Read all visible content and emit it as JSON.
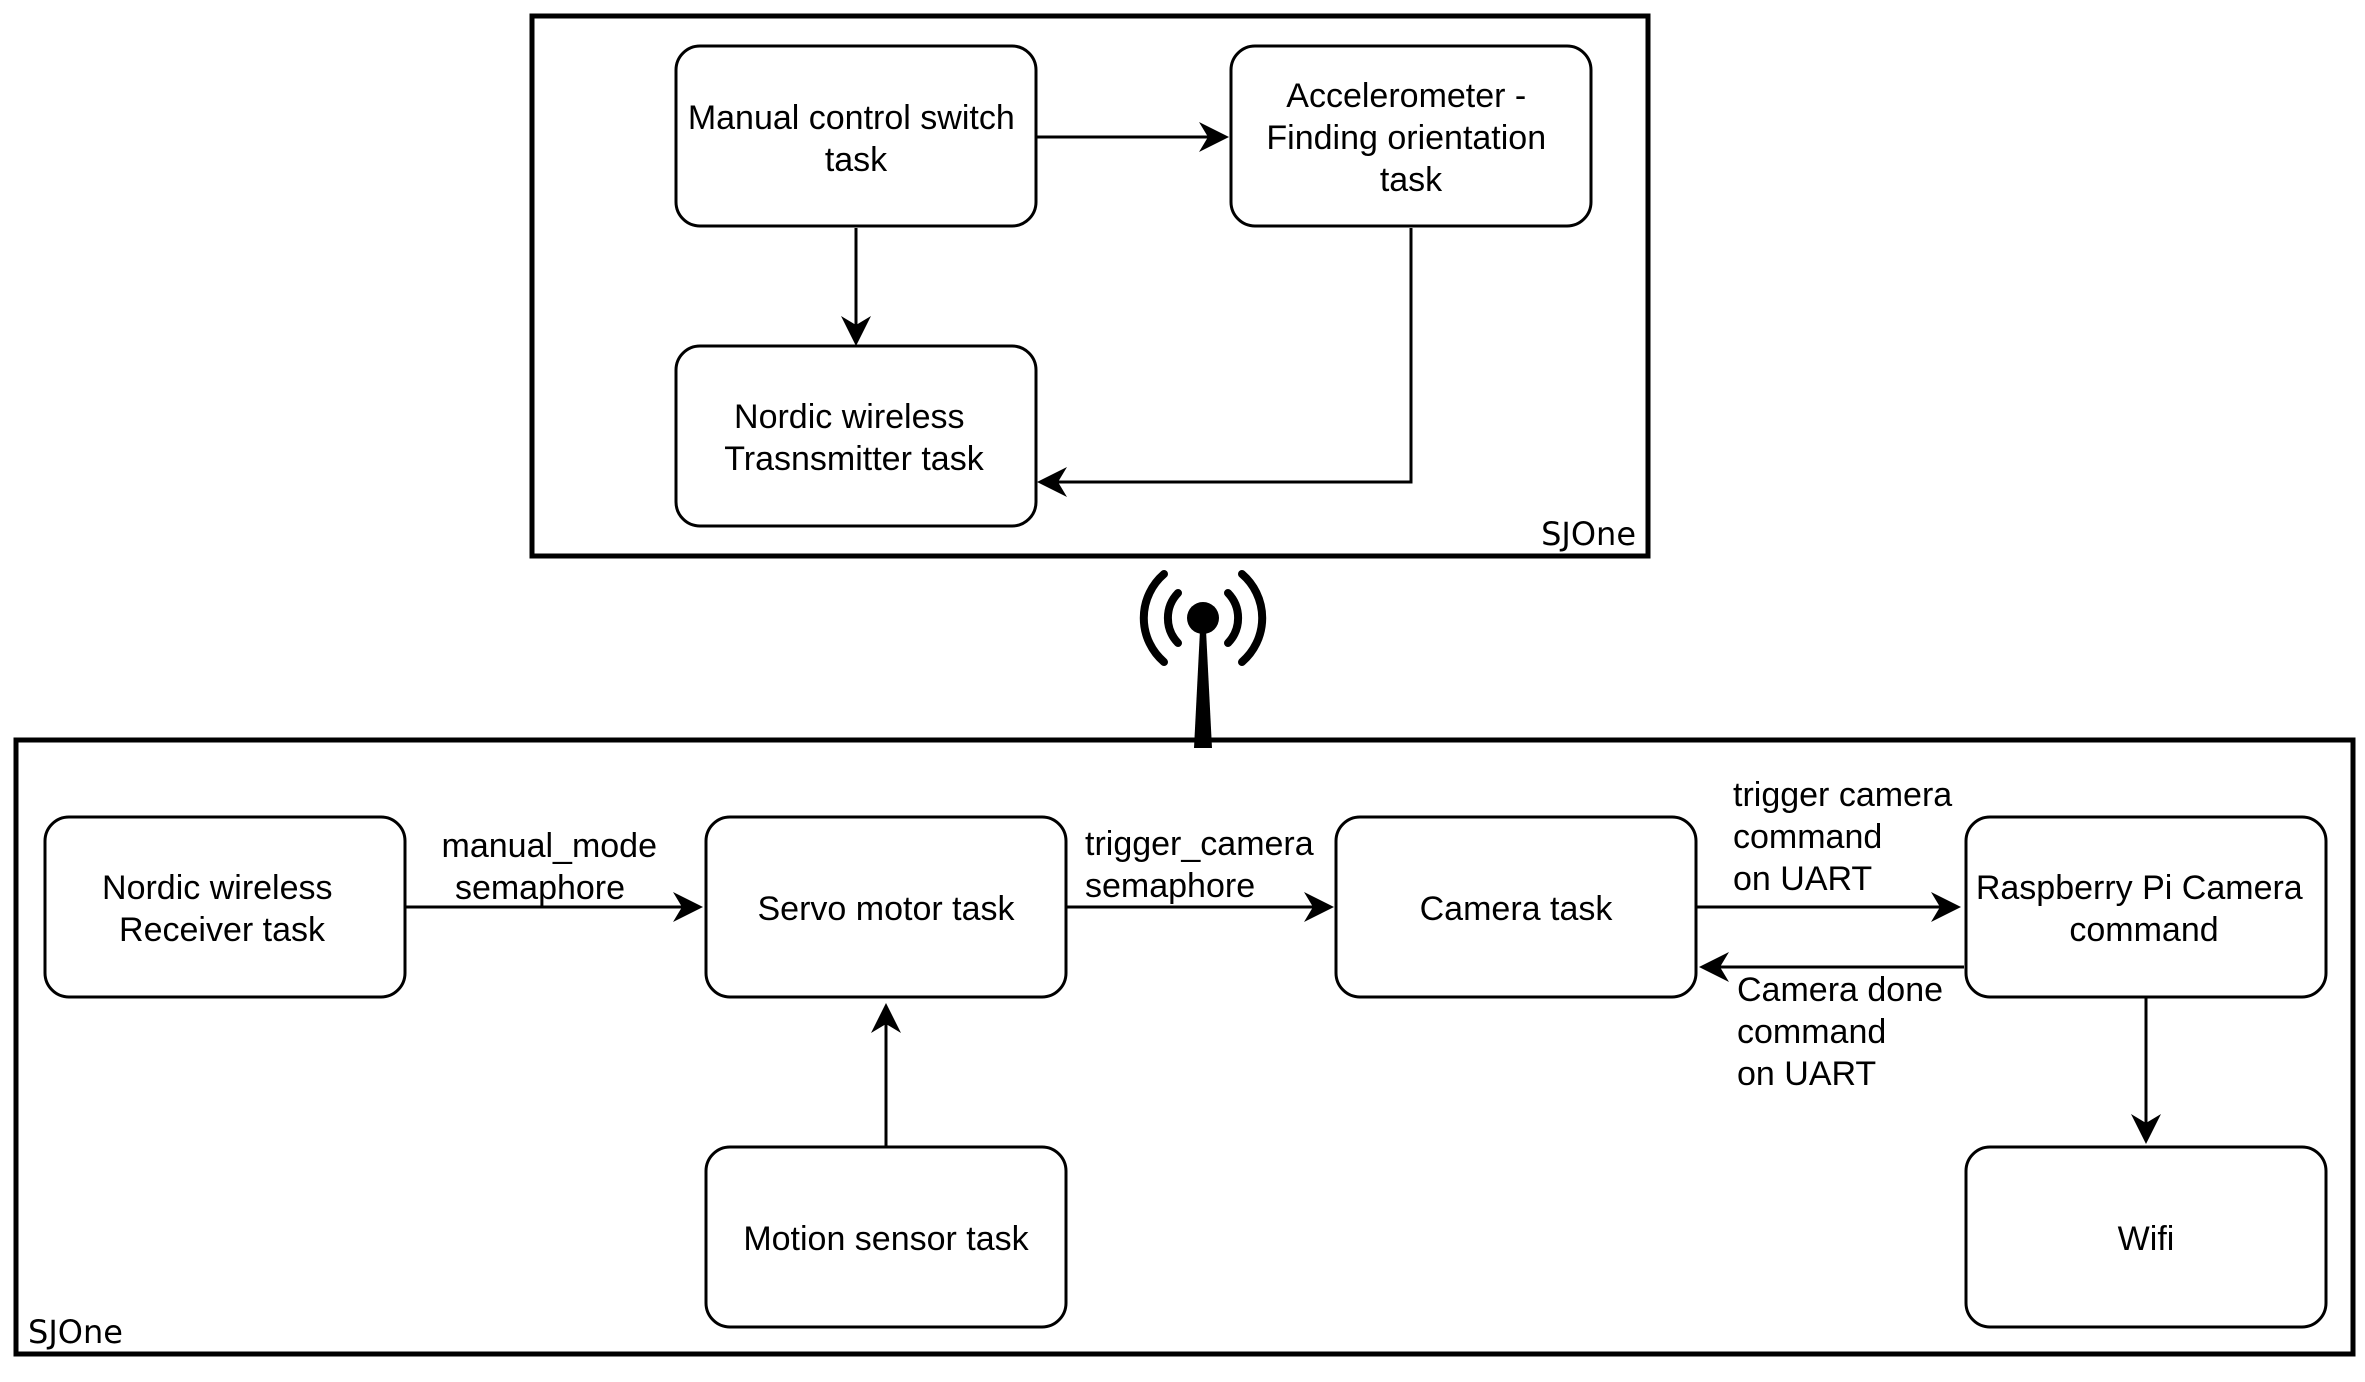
{
  "groups": {
    "transmitter": {
      "label": "SJOne"
    },
    "receiver": {
      "label": "SJOne"
    }
  },
  "nodes": {
    "manual_switch": {
      "lines": [
        "Manual control switch",
        "task"
      ]
    },
    "accelerometer": {
      "lines": [
        "Accelerometer -",
        "Finding orientation",
        "task"
      ]
    },
    "nordic_tx": {
      "lines": [
        "Nordic wireless",
        "Trasnsmitter task"
      ]
    },
    "nordic_rx": {
      "lines": [
        "Nordic wireless",
        "Receiver task"
      ]
    },
    "servo": {
      "lines": [
        "Servo motor task"
      ]
    },
    "camera": {
      "lines": [
        "Camera task"
      ]
    },
    "rpi_camera": {
      "lines": [
        "Raspberry Pi Camera",
        "command"
      ]
    },
    "motion_sensor": {
      "lines": [
        "Motion sensor task"
      ]
    },
    "wifi": {
      "lines": [
        "Wifi"
      ]
    }
  },
  "edges": {
    "manual_mode": {
      "lines": [
        "manual_mode",
        "semaphore"
      ]
    },
    "trigger_camera": {
      "lines": [
        "trigger_camera",
        "semaphore"
      ]
    },
    "trigger_uart": {
      "lines": [
        "trigger camera",
        "command",
        "on UART"
      ]
    },
    "done_uart": {
      "lines": [
        "Camera done",
        "command",
        "on UART"
      ]
    }
  },
  "icons": {
    "wireless": "wireless-antenna-icon"
  },
  "colors": {
    "line": "#000000",
    "background": "#ffffff"
  }
}
